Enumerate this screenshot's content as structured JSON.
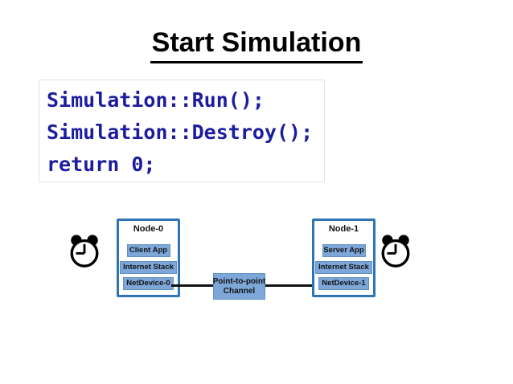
{
  "slide": {
    "title": "Start Simulation"
  },
  "code_block": {
    "lines": [
      "Simulation::Run();",
      "Simulation::Destroy();",
      "return 0;"
    ],
    "text_color": "#1c1ca0"
  },
  "diagram": {
    "node0": {
      "title": "Node-0",
      "boxes": [
        "Client App",
        "Internet Stack",
        "NetDevice-0"
      ]
    },
    "node1": {
      "title": "Node-1",
      "boxes": [
        "Server App",
        "Internet Stack",
        "NetDevice-1"
      ]
    },
    "channel": {
      "line1": "Point-to-point",
      "line2": "Channel"
    },
    "icons": {
      "left": "alarm-clock-icon",
      "right": "alarm-clock-icon"
    },
    "colors": {
      "node_border": "#2e75b6",
      "inner_box_fill": "#7da7d9",
      "line_color": "#111111"
    }
  }
}
